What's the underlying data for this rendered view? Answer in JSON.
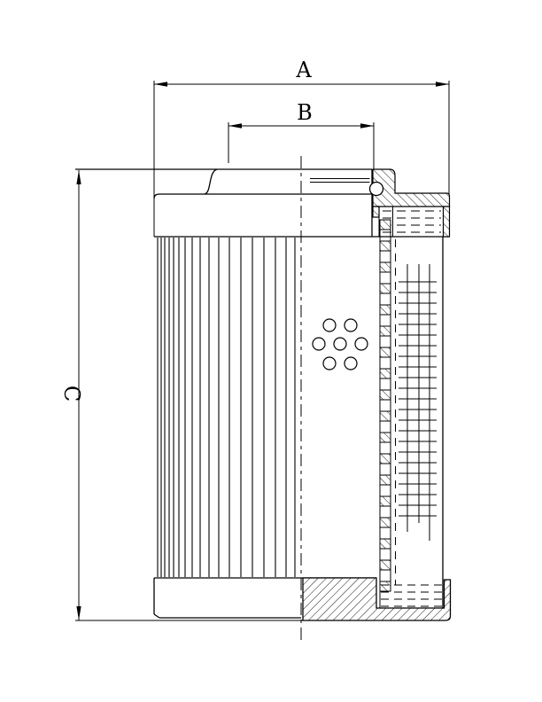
{
  "drawing": {
    "type": "technical-drawing",
    "subject": "filter-element-sectional-view",
    "background_color": "#ffffff",
    "line_color": "#000000",
    "dimensions": {
      "a": {
        "label": "A"
      },
      "b": {
        "label": "B"
      },
      "c": {
        "label": "C"
      }
    }
  }
}
